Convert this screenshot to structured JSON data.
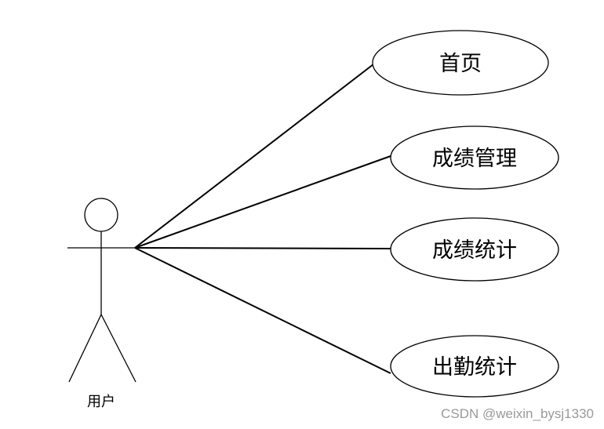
{
  "actor": {
    "label": "用户"
  },
  "use_cases": [
    {
      "label": "首页"
    },
    {
      "label": "成绩管理"
    },
    {
      "label": "成绩统计"
    },
    {
      "label": "出勤统计"
    }
  ],
  "watermark": "CSDN @weixin_bysj1330",
  "colors": {
    "line": "#000000",
    "background": "#ffffff",
    "watermark": "#999999"
  }
}
